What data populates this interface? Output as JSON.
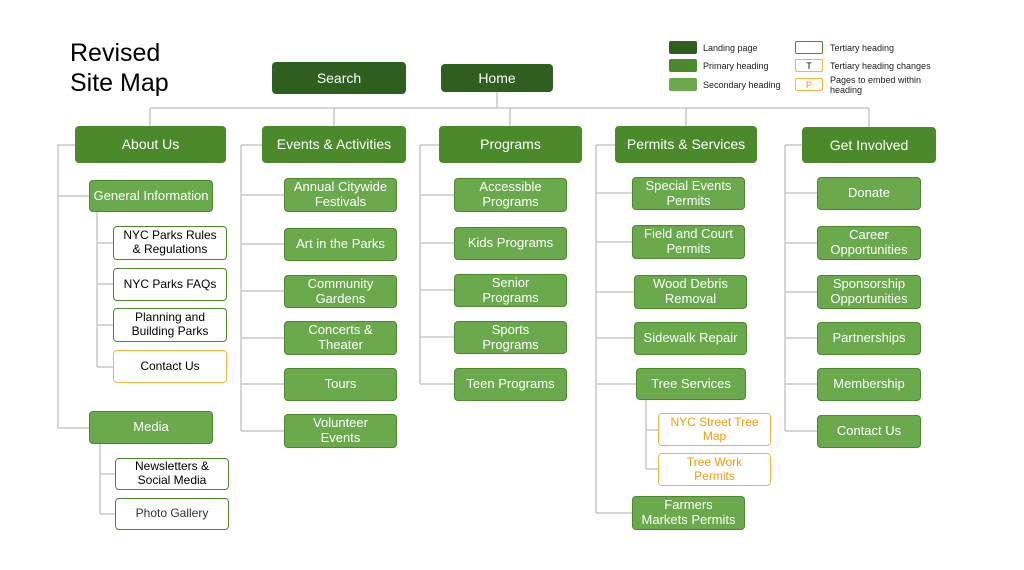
{
  "title": "Revised\nSite Map",
  "colors": {
    "landing": "#2f5f1e",
    "primary": "#4a8a2a",
    "secondary": "#6aaa4c",
    "embed_border": "#f5b43a",
    "embed_text": "#f29b05",
    "connector": "#c8c8c8"
  },
  "legend": {
    "landing": "Landing page",
    "primary": "Primary heading",
    "secondary": "Secondary heading",
    "tertiary": "Tertiary heading",
    "tertiary_changes": "Tertiary heading changes",
    "tertiary_changes_symbol": "T",
    "embed": "Pages to embed within heading",
    "embed_symbol": "P"
  },
  "top": {
    "search": "Search",
    "home": "Home"
  },
  "columns": {
    "about": {
      "heading": "About Us",
      "general_info": "General Information",
      "rules": "NYC Parks Rules\n& Regulations",
      "faqs": "NYC Parks FAQs",
      "planning": "Planning and\nBuilding Parks",
      "contact": "Contact Us",
      "media": "Media",
      "newsletters": "Newsletters &\nSocial Media",
      "gallery": "Photo Gallery"
    },
    "events": {
      "heading": "Events & Activities",
      "festivals": "Annual Citywide\nFestivals",
      "art": "Art in the Parks",
      "gardens": "Community\nGardens",
      "concerts": "Concerts &\nTheater",
      "tours": "Tours",
      "volunteer": "Volunteer\nEvents"
    },
    "programs": {
      "heading": "Programs",
      "accessible": "Accessible\nPrograms",
      "kids": "Kids Programs",
      "senior": "Senior\nPrograms",
      "sports": "Sports\nPrograms",
      "teen": "Teen Programs"
    },
    "permits": {
      "heading": "Permits & Services",
      "special": "Special Events\nPermits",
      "field": "Field and Court\nPermits",
      "wood": "Wood Debris\nRemoval",
      "sidewalk": "Sidewalk Repair",
      "tree": "Tree Services",
      "street_tree": "NYC Street Tree\nMap",
      "tree_work": "Tree Work\nPermits",
      "farmers": "Farmers\nMarkets Permits"
    },
    "involved": {
      "heading": "Get Involved",
      "donate": "Donate",
      "career": "Career\nOpportunities",
      "sponsorship": "Sponsorship\nOpportunities",
      "partnerships": "Partnerships",
      "membership": "Membership",
      "contact": "Contact Us"
    }
  }
}
